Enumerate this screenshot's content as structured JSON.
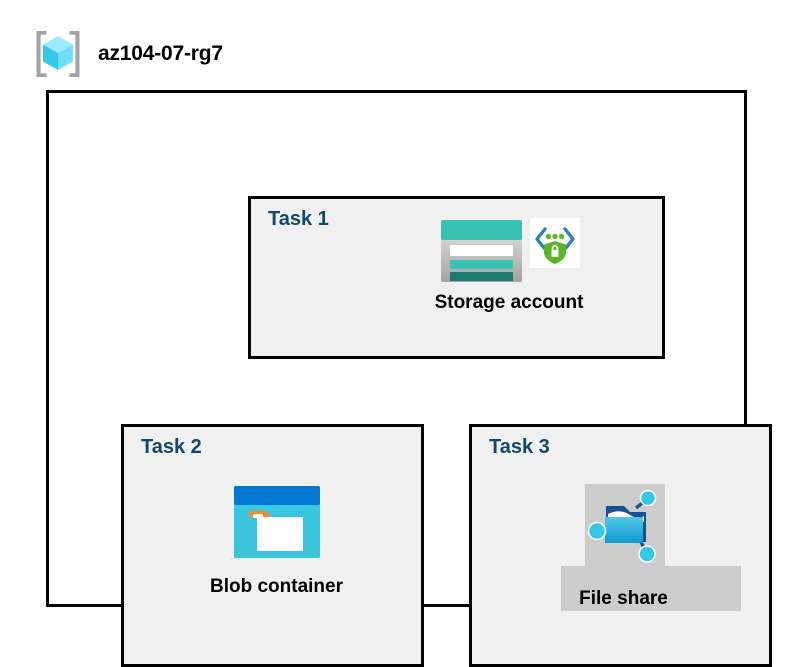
{
  "resource_group": {
    "name": "az104-07-rg7",
    "icon": "resource-group-cube-icon"
  },
  "tasks": [
    {
      "id": "task-1",
      "label": "Task 1",
      "node": {
        "caption": "Storage account",
        "icon": "storage-account-icon",
        "secondary_icon": "secure-endpoint-shield-lock-icon"
      }
    },
    {
      "id": "task-2",
      "label": "Task 2",
      "node": {
        "caption": "Blob container",
        "icon": "blob-container-icon"
      }
    },
    {
      "id": "task-3",
      "label": "Task 3",
      "node": {
        "caption": "File share",
        "icon": "file-share-folder-icon",
        "highlighted": true
      }
    }
  ],
  "connections": [
    {
      "from": "Storage account",
      "to": "Blob container"
    },
    {
      "from": "Storage account",
      "to": "File share"
    }
  ],
  "colors": {
    "task_label": "#12486B",
    "box_fill": "#f0f0f0",
    "box_border": "#000000",
    "highlight": "#cccccc",
    "storage_teal": "#37C2B1",
    "storage_teal_dark": "#1F7A6E",
    "blob_blue": "#0078D4",
    "blob_cyan": "#32C8E8",
    "blob_orange": "#F7892B",
    "shield_green": "#5BB526",
    "cube_cyan": "#50E6FF"
  }
}
